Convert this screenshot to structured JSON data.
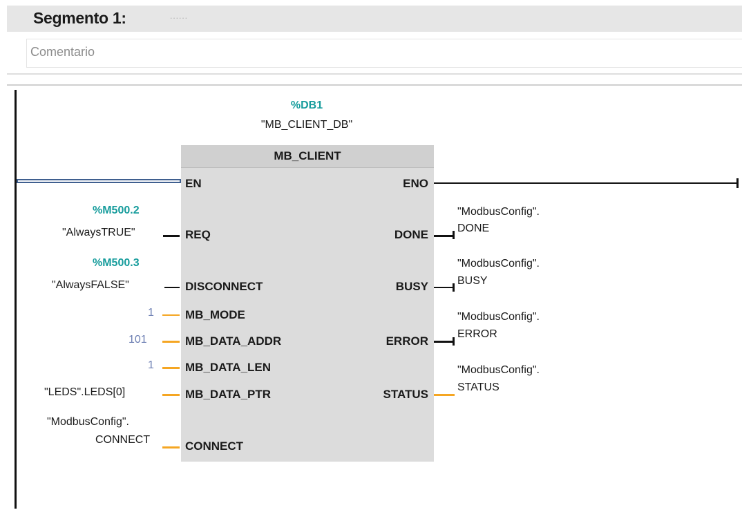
{
  "segment": {
    "title": "Segmento 1:",
    "title_dots": "......",
    "comment_placeholder": "Comentario"
  },
  "block": {
    "instance_address": "%DB1",
    "instance_name": "\"MB_CLIENT_DB\"",
    "type_name": "MB_CLIENT",
    "inputs": [
      {
        "pin": "EN"
      },
      {
        "pin": "REQ",
        "operand_address": "%M500.2",
        "operand_name": "\"AlwaysTRUE\""
      },
      {
        "pin": "DISCONNECT",
        "operand_address": "%M500.3",
        "operand_name": "\"AlwaysFALSE\""
      },
      {
        "pin": "MB_MODE",
        "operand_value": "1"
      },
      {
        "pin": "MB_DATA_ADDR",
        "operand_value": "101"
      },
      {
        "pin": "MB_DATA_LEN",
        "operand_value": "1"
      },
      {
        "pin": "MB_DATA_PTR",
        "operand_name": "\"LEDS\".LEDS[0]"
      },
      {
        "pin": "CONNECT",
        "operand_name_line1": "\"ModbusConfig\".",
        "operand_name_line2": "CONNECT"
      }
    ],
    "outputs": [
      {
        "pin": "ENO"
      },
      {
        "pin": "DONE",
        "operand_line1": "\"ModbusConfig\".",
        "operand_line2": "DONE"
      },
      {
        "pin": "BUSY",
        "operand_line1": "\"ModbusConfig\".",
        "operand_line2": "BUSY"
      },
      {
        "pin": "ERROR",
        "operand_line1": "\"ModbusConfig\".",
        "operand_line2": "ERROR"
      },
      {
        "pin": "STATUS",
        "operand_line1": "\"ModbusConfig\".",
        "operand_line2": "STATUS"
      }
    ]
  },
  "colors": {
    "address_teal": "#169c9c",
    "constant_blue": "#6d7fb3",
    "bool_wire": "#111111",
    "data_wire": "#f5a623",
    "block_fill": "#dcdcdc"
  }
}
